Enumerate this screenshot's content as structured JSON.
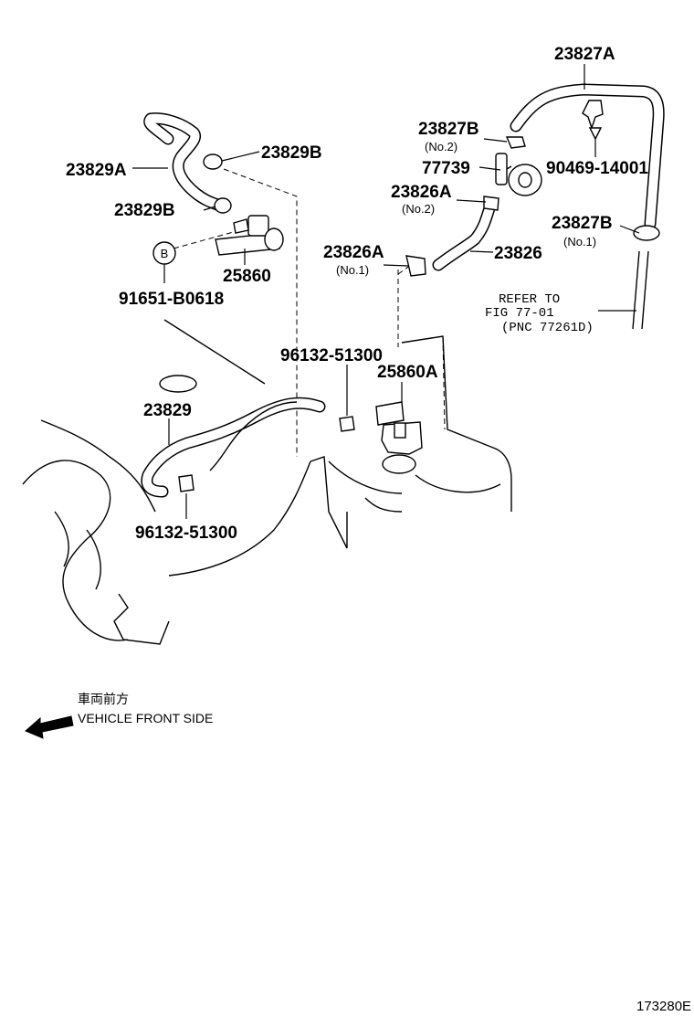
{
  "labels": {
    "p23827A": "23827A",
    "p23827B_no2": "23827B",
    "no2_a": "(No.2)",
    "p77739": "77739",
    "p90469": "90469-14001",
    "p23826A_no2": "23826A",
    "no2_b": "(No.2)",
    "p23827B_no1": "23827B",
    "no1_a": "(No.1)",
    "p23826A_no1": "23826A",
    "no1_b": "(No.1)",
    "p23826": "23826",
    "p23829A": "23829A",
    "p23829B_top": "23829B",
    "p23829B_low": "23829B",
    "p25860": "25860",
    "p91651": "91651-B0618",
    "p96132_top": "96132-51300",
    "p25860A": "25860A",
    "p23829": "23829",
    "p96132_low": "96132-51300"
  },
  "symbol": {
    "b_marker": "B"
  },
  "reference": {
    "line1": "REFER TO",
    "line2": "FIG 77-01",
    "line3": "(PNC 77261D)"
  },
  "direction": {
    "japanese": "車両前方",
    "english": "VEHICLE FRONT SIDE"
  },
  "illustration_id": "173280E"
}
